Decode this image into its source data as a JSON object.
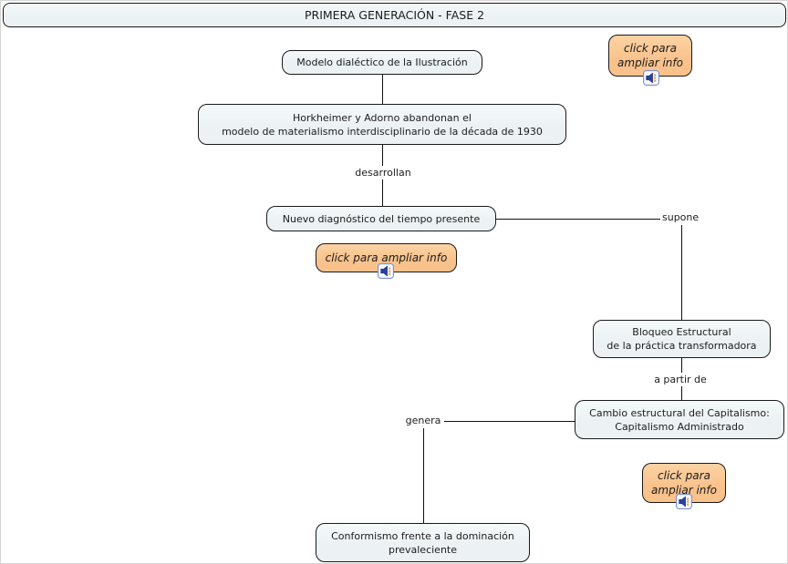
{
  "map": {
    "title": "PRIMERA GENERACIÓN - FASE 2"
  },
  "colors": {
    "concept_fill": "#ecf2f4",
    "concept_border": "#1a1a1a",
    "info_fill": "#f9c28c",
    "line": "#111111",
    "text": "#1c1c1c"
  },
  "concepts": {
    "modelo": "Modelo dialéctico de la Ilustración",
    "horkheimer": "Horkheimer y Adorno abandonan el\nmodelo de materialismo interdisciplinario de la década de 1930",
    "nuevo_diagnostico": "Nuevo diagnóstico del tiempo presente",
    "bloqueo": "Bloqueo Estructural\nde la práctica transformadora",
    "cambio": "Cambio estructural del Capitalismo:\nCapitalismo Administrado",
    "conformismo": "Conformismo frente a la dominación\nprevaleciente"
  },
  "linking_phrases": {
    "desarrollan": "desarrollan",
    "supone": "supone",
    "a_partir_de": "a partir de",
    "genera": "genera"
  },
  "info_buttons": {
    "top_right": "click para\nampliar info",
    "middle": "click para ampliar info",
    "bottom_right": "click para\nampliar info"
  },
  "icons": {
    "sound": "speaker-audio-icon"
  }
}
